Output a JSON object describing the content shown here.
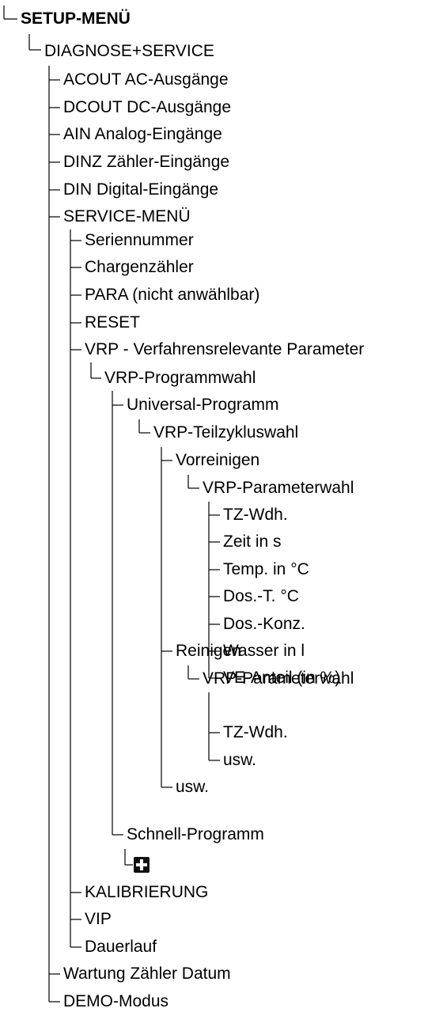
{
  "tree": {
    "root": "SETUP-MENÜ",
    "items": [
      {
        "label": "DIAGNOSE+SERVICE"
      },
      {
        "label": "ACOUT AC-Ausgänge"
      },
      {
        "label": "DCOUT DC-Ausgänge"
      },
      {
        "label": "AIN Analog-Eingänge"
      },
      {
        "label": "DINZ Zähler-Eingänge"
      },
      {
        "label": "DIN Digital-Eingänge"
      },
      {
        "label": "SERVICE-MENÜ"
      },
      {
        "label": "Seriennummer"
      },
      {
        "label": "Chargenzähler"
      },
      {
        "label": "PARA (nicht anwählbar)"
      },
      {
        "label": "RESET"
      },
      {
        "label": "VRP - Verfahrensrelevante Parameter"
      },
      {
        "label": "VRP-Programmwahl"
      },
      {
        "label": "Universal-Programm"
      },
      {
        "label": "VRP-Teilzykluswahl"
      },
      {
        "label": "Vorreinigen"
      },
      {
        "label": "VRP-Parameterwahl"
      },
      {
        "label": "TZ-Wdh."
      },
      {
        "label": "Zeit in s"
      },
      {
        "label": "Temp. in °C"
      },
      {
        "label": "Dos.-T. °C"
      },
      {
        "label": "Dos.-Konz."
      },
      {
        "label": "Wasser in l"
      },
      {
        "label": "VE-Anteil (in %)"
      },
      {
        "label": "Reinigen"
      },
      {
        "label": "VRP-Parameterwahl"
      },
      {
        "label": "TZ-Wdh."
      },
      {
        "label": "usw."
      },
      {
        "label": "usw."
      },
      {
        "label": "Schnell-Programm"
      },
      {
        "label": "KALIBRIERUNG"
      },
      {
        "label": "VIP"
      },
      {
        "label": "Dauerlauf"
      },
      {
        "label": "Wartung Zähler Datum"
      },
      {
        "label": "DEMO-Modus"
      }
    ],
    "expand_icon": "plus-box-icon"
  }
}
